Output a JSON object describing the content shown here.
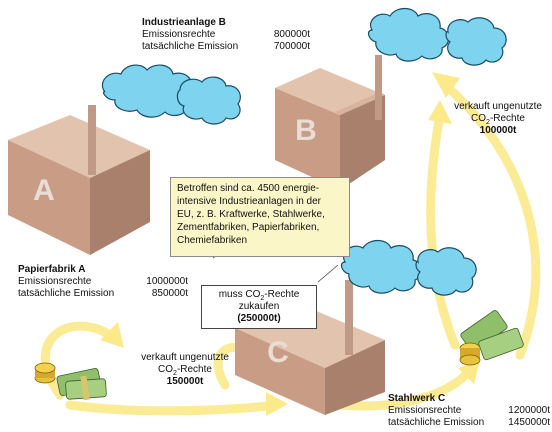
{
  "plantB": {
    "name": "Industrieanlage B",
    "letter": "B",
    "rights_label": "Emissionsrechte",
    "rights_value": "800000t",
    "emission_label": "tatsächliche Emission",
    "emission_value": "700000t"
  },
  "plantA": {
    "name": "Papierfabrik A",
    "letter": "A",
    "rights_label": "Emissionsrechte",
    "rights_value": "1000000t",
    "emission_label": "tatsächliche Emission",
    "emission_value": "850000t"
  },
  "plantC": {
    "name": "Stahlwerk C",
    "letter": "C",
    "rights_label": "Emissionsrechte",
    "rights_value": "1200000t",
    "emission_label": "tatsächliche Emission",
    "emission_value": "1450000t"
  },
  "sellB": {
    "line1": "verkauft ungenutzte",
    "co": "CO",
    "sub": "2",
    "line2_rest": "-Rechte",
    "amount": "100000t"
  },
  "sellA": {
    "line1": "verkauft ungenutzte",
    "co": "CO",
    "sub": "2",
    "line2_rest": "-Rechte",
    "amount": "150000t"
  },
  "buyC": {
    "pre": "muss CO",
    "sub": "2",
    "post": "-Rechte",
    "line2": "zukaufen",
    "amount": "(250000t)"
  },
  "info": {
    "lines": [
      "Betroffen sind ca. 4500 energie-",
      "intensive Industrieanlagen in der",
      "EU, z. B. Kraftwerke, Stahlwerke,",
      "Zementfabriken, Papierfabriken,",
      "Chemiefabriken"
    ]
  },
  "colors": {
    "wall_front": "#c99d85",
    "wall_side": "#a9806b",
    "wall_top": "#e2c3ae",
    "letter": "#e9ddd5",
    "chimney": "#c09a86",
    "smoke": "#7ed3ee",
    "smoke_dark": "#1a4c66",
    "arrow": "#fbe98a",
    "info_bg": "#fbf6c8"
  }
}
